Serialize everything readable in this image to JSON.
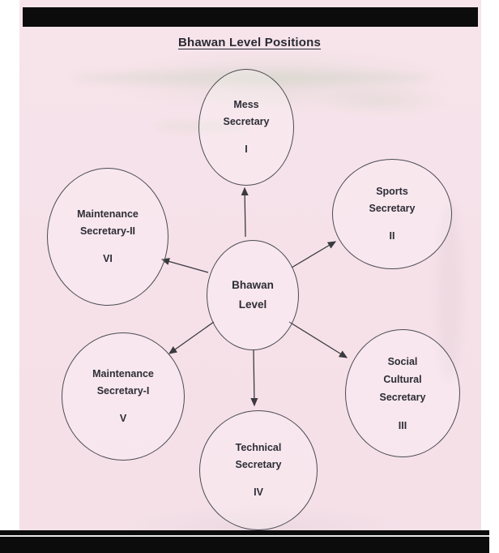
{
  "title": "Bhawan Level Positions",
  "center_node": {
    "label_lines": [
      "Bhawan",
      "Level"
    ]
  },
  "nodes": [
    {
      "id": "mess-secretary",
      "label_lines": [
        "Mess",
        "Secretary"
      ],
      "numeral": "I"
    },
    {
      "id": "sports-secretary",
      "label_lines": [
        "Sports",
        "Secretary"
      ],
      "numeral": "II"
    },
    {
      "id": "social-cultural-secretary",
      "label_lines": [
        "Social",
        "Cultural",
        "Secretary"
      ],
      "numeral": "III"
    },
    {
      "id": "technical-secretary",
      "label_lines": [
        "Technical",
        "Secretary"
      ],
      "numeral": "IV"
    },
    {
      "id": "maintenance-secretary-1",
      "label_lines": [
        "Maintenance",
        "Secretary-I"
      ],
      "numeral": "V"
    },
    {
      "id": "maintenance-secretary-2",
      "label_lines": [
        "Maintenance",
        "Secretary-II"
      ],
      "numeral": "VI"
    }
  ],
  "colors": {
    "page_tint": "#f6e2e9",
    "ink": "#2d2d36",
    "scan_bar": "#0c0c0c"
  }
}
